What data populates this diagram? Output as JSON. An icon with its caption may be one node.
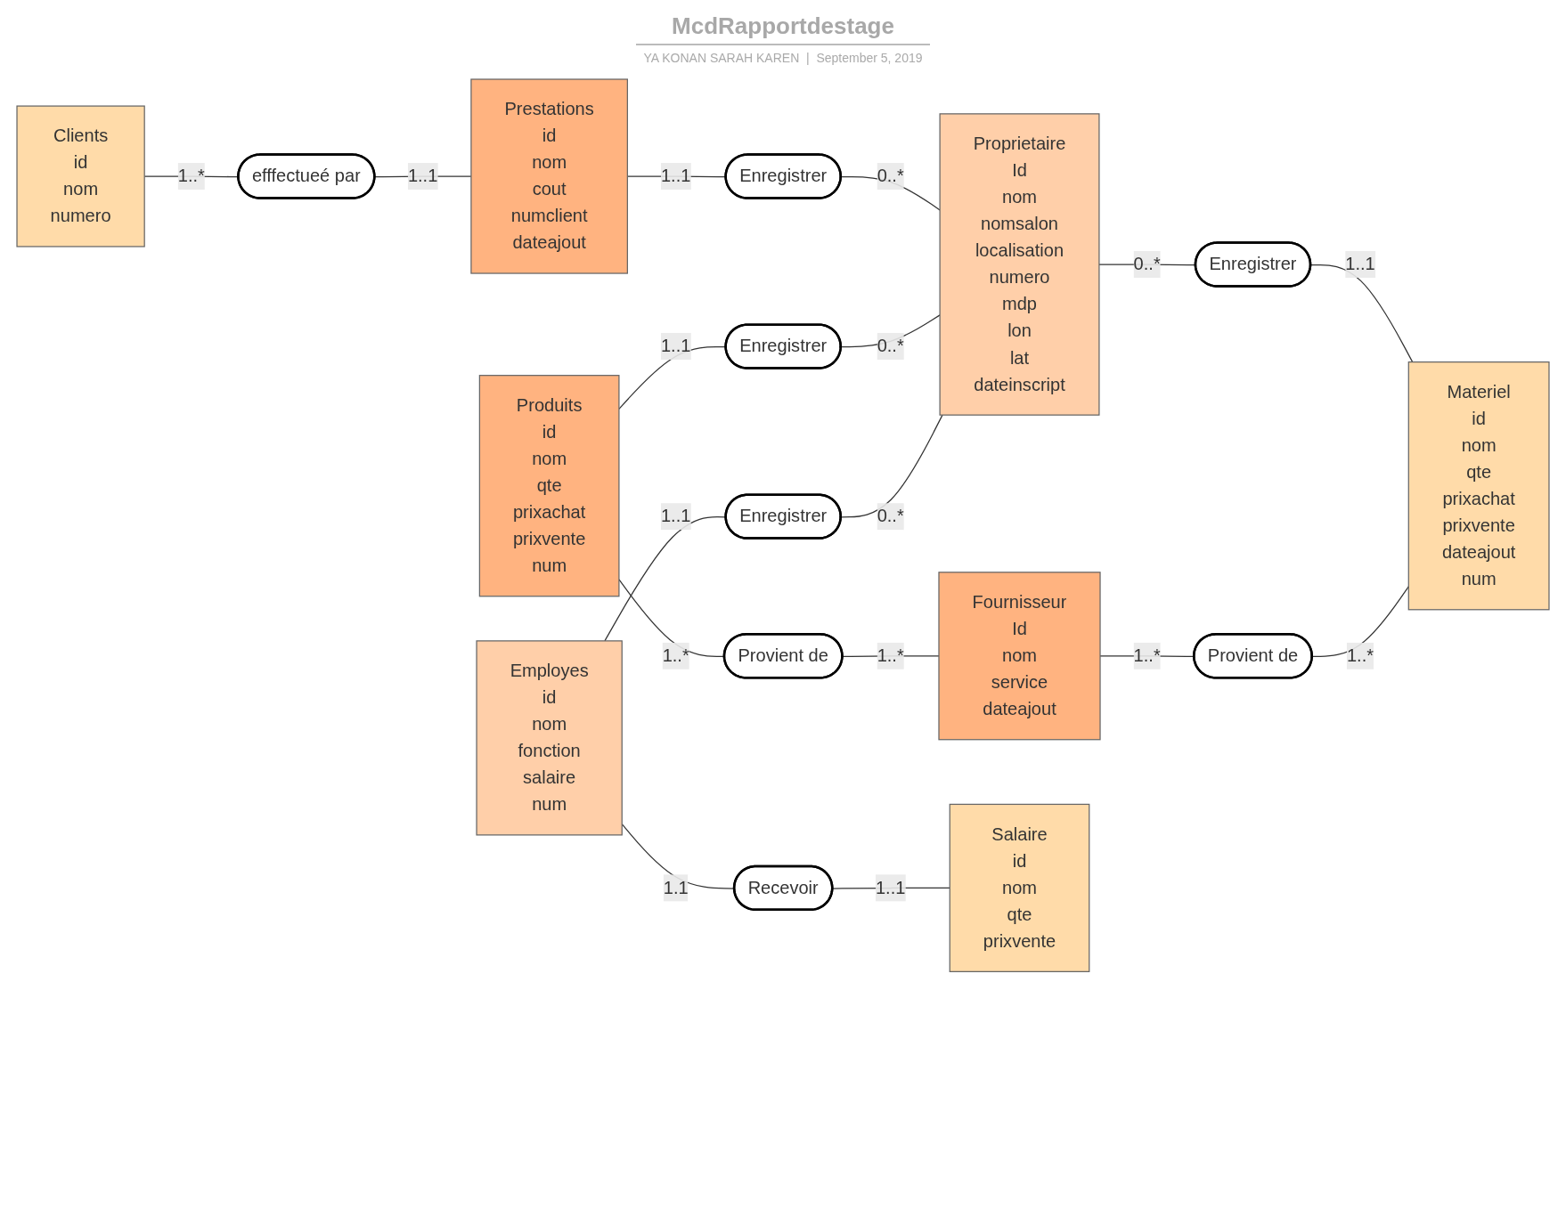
{
  "diagram": {
    "title": "McdRapportdestage",
    "nodes": [
      {
        "text": [
          "Clients",
          "id",
          "nom",
          "numero"
        ]
      },
      {
        "text": [
          "efffectueé par"
        ]
      },
      {
        "text": [
          "Prestations",
          "id",
          "nom",
          "cout",
          "numclient",
          "dateajout"
        ]
      },
      {
        "text": [
          "Produits",
          "id",
          "nom",
          "qte",
          "prixachat",
          "prixvente",
          "num"
        ]
      },
      {
        "text": [
          "Fournisseur",
          "Id",
          "nom",
          "service",
          "dateajout"
        ]
      },
      {
        "text": [
          "Enregistrer"
        ]
      },
      {
        "text": [
          "Enregistrer"
        ]
      },
      {
        "text": [
          "Provient de"
        ]
      },
      {
        "text": [
          "Employes",
          "id",
          "nom",
          "fonction",
          "salaire",
          "num"
        ]
      },
      {
        "text": [
          "Enregistrer"
        ]
      },
      {
        "text": [
          "Proprietaire",
          "Id",
          "nom",
          "nomsalon",
          "localisation",
          "numero",
          "mdp",
          "lon",
          "lat",
          "dateinscript"
        ]
      },
      {
        "text": [
          "Enregistrer"
        ]
      },
      {
        "text": [
          "Provient de"
        ]
      },
      {
        "text": [
          "Recevoir"
        ]
      },
      {
        "text": [
          "Materiel",
          "id",
          "nom",
          "qte",
          "prixachat",
          "prixvente",
          "dateajout",
          "num"
        ]
      },
      {
        "text": [
          "Salaire",
          "id",
          "nom",
          "qte",
          "prixvente"
        ]
      }
    ],
    "edges": [
      {
        "from": 0,
        "to": 1,
        "arrow": "none",
        "label": "1..*"
      },
      {
        "from": 1,
        "to": 2,
        "arrow": "none",
        "label": "1..1"
      },
      {
        "from": 2,
        "to": 5,
        "arrow": "none",
        "label": "1..1"
      },
      {
        "from": 5,
        "to": 10,
        "arrow": "none",
        "label": "0..*"
      },
      {
        "from": 3,
        "to": 6,
        "arrow": "none",
        "label": "1..1"
      },
      {
        "from": 6,
        "to": 10,
        "arrow": "none",
        "label": "0..*"
      },
      {
        "from": 3,
        "to": 7,
        "arrow": "none",
        "label": "1..*"
      },
      {
        "from": 7,
        "to": 4,
        "arrow": "none",
        "label": "1..*"
      },
      {
        "from": 8,
        "to": 9,
        "arrow": "none",
        "label": "1..1"
      },
      {
        "from": 9,
        "to": 10,
        "arrow": "none",
        "label": "0..*"
      },
      {
        "from": 10,
        "to": 11,
        "arrow": "none",
        "label": "0..*"
      },
      {
        "from": 11,
        "to": 14,
        "arrow": "none",
        "label": "1..1"
      },
      {
        "from": 4,
        "to": 12,
        "arrow": "none",
        "label": "1..*"
      },
      {
        "from": 12,
        "to": 14,
        "arrow": "none",
        "label": "1..*"
      },
      {
        "from": 8,
        "to": 13,
        "arrow": "none",
        "label": "1.1"
      },
      {
        "from": 13,
        "to": 15,
        "arrow": "none",
        "label": "1..1"
      }
    ],
    "labels": [
      "YA KONAN SARAH KAREN  |  September 5, 2019"
    ]
  }
}
